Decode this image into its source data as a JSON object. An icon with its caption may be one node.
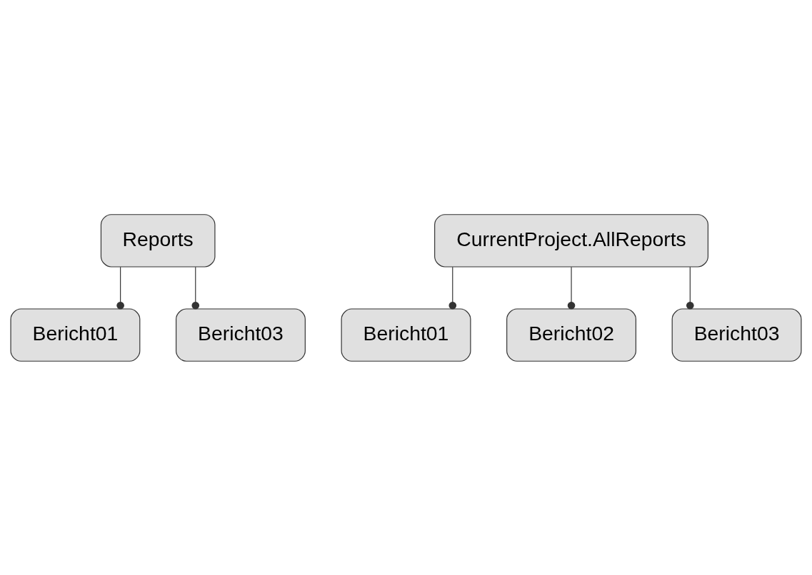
{
  "diagram": {
    "nodes": [
      {
        "text": [
          "Reports"
        ]
      },
      {
        "text": [
          "Bericht01"
        ]
      },
      {
        "text": [
          "Bericht03"
        ]
      },
      {
        "text": [
          "CurrentProject.AllReports"
        ]
      },
      {
        "text": [
          "Bericht01"
        ]
      },
      {
        "text": [
          "Bericht02"
        ]
      },
      {
        "text": [
          "Bericht03"
        ]
      }
    ],
    "edges": [
      {
        "from": 0,
        "to": 1,
        "arrow": "other"
      },
      {
        "from": 0,
        "to": 2,
        "arrow": "other"
      },
      {
        "from": 3,
        "to": 4,
        "arrow": "other"
      },
      {
        "from": 3,
        "to": 5,
        "arrow": "other"
      },
      {
        "from": 3,
        "to": 6,
        "arrow": "other"
      }
    ]
  }
}
